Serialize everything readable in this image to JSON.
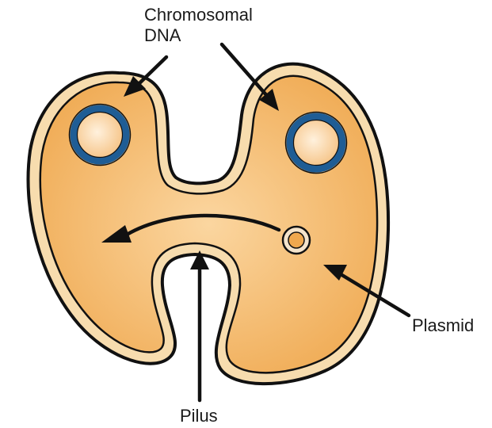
{
  "labels": {
    "chromosomal_line1": "Chromosomal",
    "chromosomal_line2": "DNA",
    "plasmid": "Plasmid",
    "pilus": "Pilus"
  },
  "colors": {
    "cell_wall_outline": "#111111",
    "cell_wall_fill": "#f7dcae",
    "cytoplasm": "#f2b060",
    "chromosome_ring": "#1f5d95",
    "chromosome_center": "#fbe2bf",
    "plasmid_ring": "#b98a4a",
    "arrow": "#111111"
  }
}
